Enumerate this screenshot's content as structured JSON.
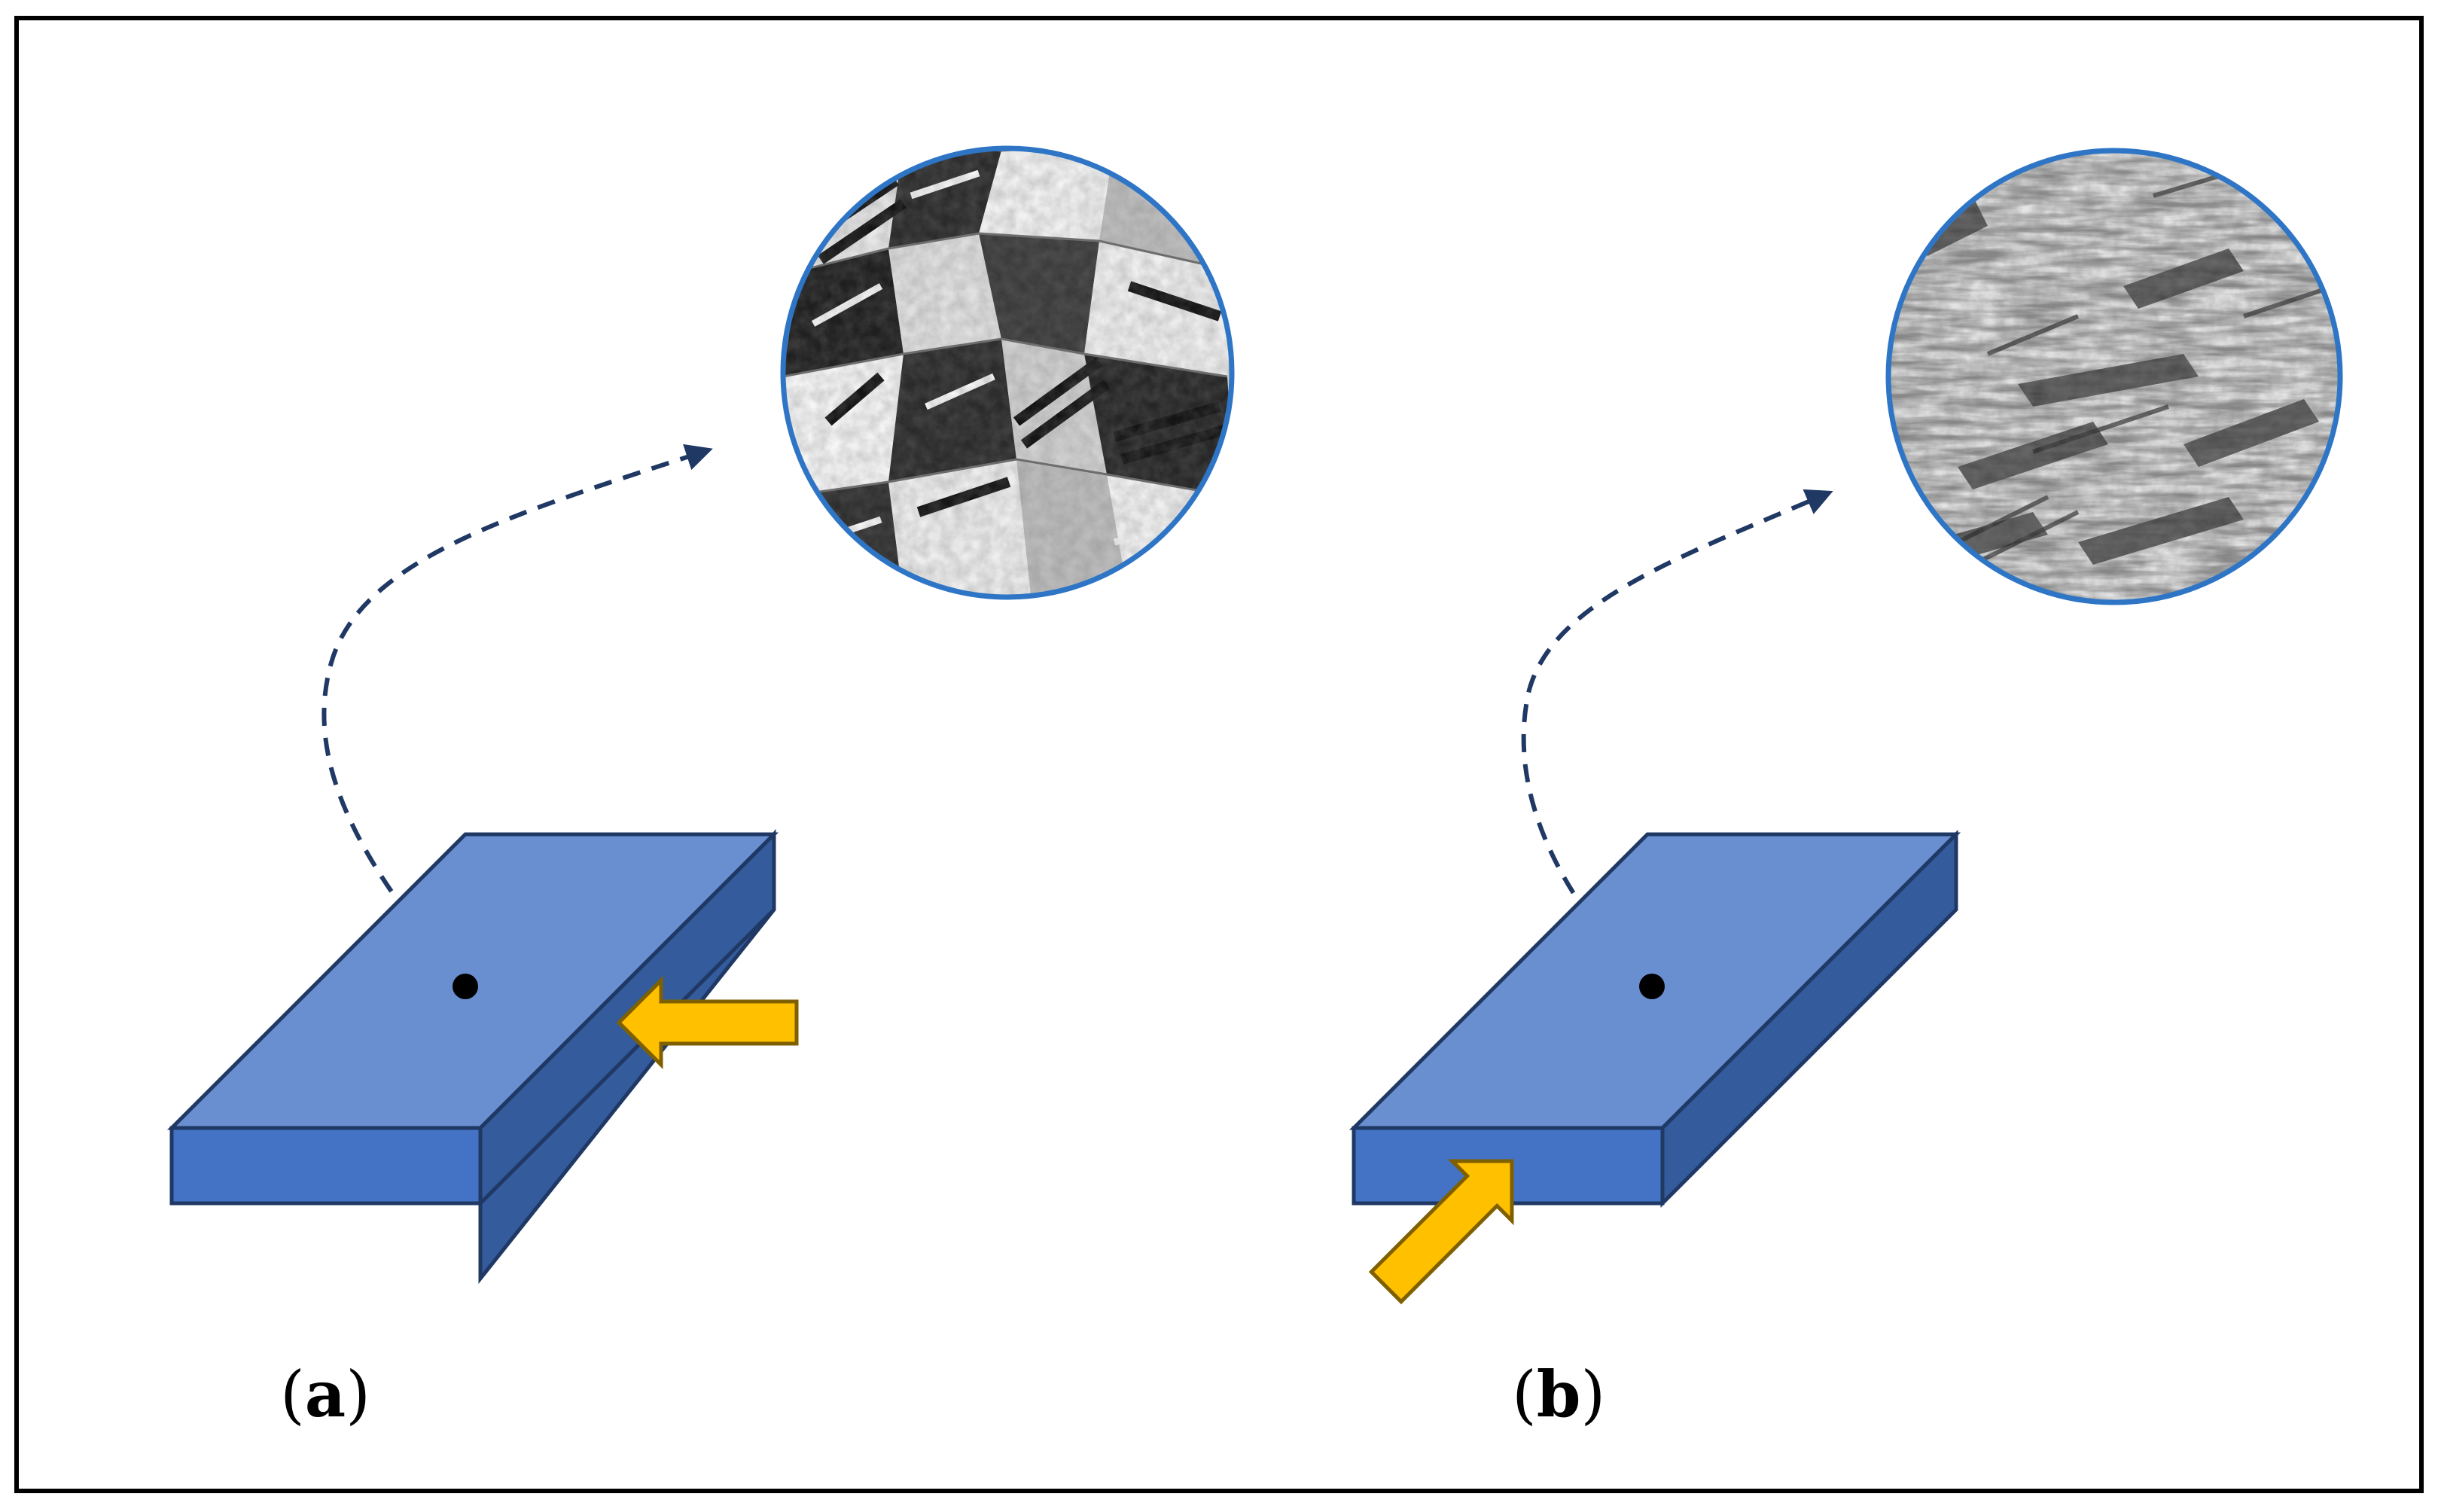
{
  "panels": [
    {
      "id": "a",
      "label_open": "(",
      "label_letter": "a",
      "label_close": ")"
    },
    {
      "id": "b",
      "label_open": "(",
      "label_letter": "b",
      "label_close": ")"
    }
  ],
  "colors": {
    "plate_top": "#6A8FD0",
    "plate_front": "#4472C4",
    "plate_side": "#345B9C",
    "plate_edge": "#1F3864",
    "arrow_fill": "#FFC000",
    "arrow_edge": "#7F6000",
    "circle_edge": "#2E75C6",
    "dashed_path": "#1F3864",
    "frame": "#000000"
  },
  "icons": {
    "inspection_point": "dot-icon",
    "force_arrow": "block-arrow-icon",
    "path": "dashed-arrow-icon"
  }
}
